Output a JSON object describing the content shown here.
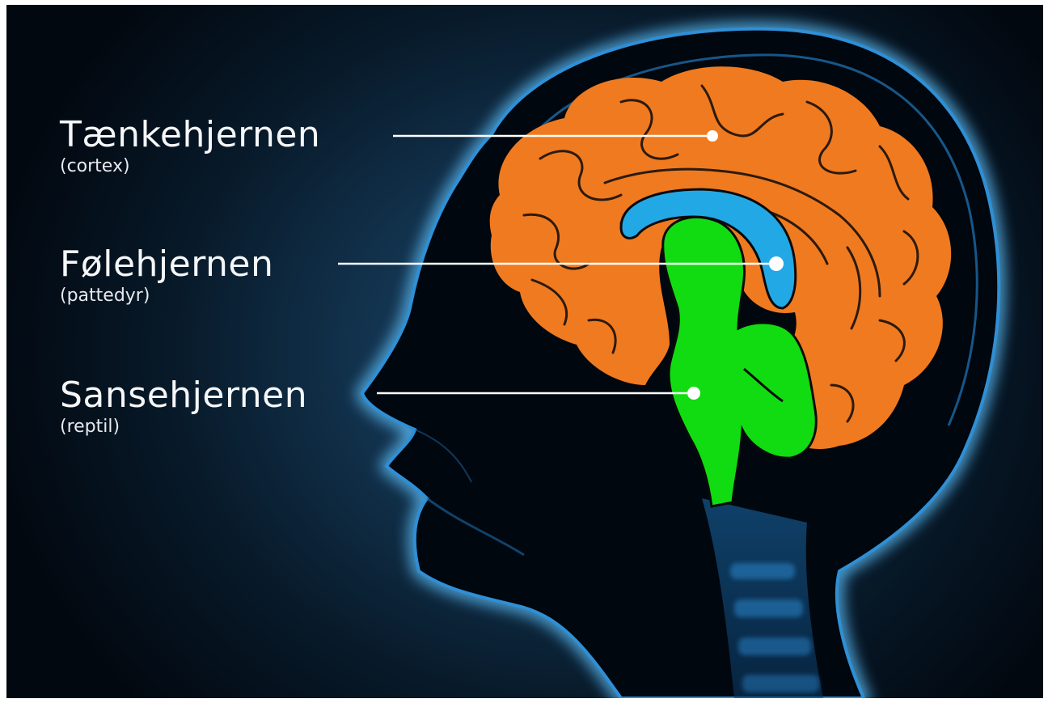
{
  "labels": [
    {
      "title": "Tænkehjernen",
      "subtitle": "(cortex)"
    },
    {
      "title": "Følehjernen",
      "subtitle": "(pattedyr)"
    },
    {
      "title": "Sansehjernen",
      "subtitle": "(reptil)"
    }
  ],
  "colors": {
    "background": "#061523",
    "head_outline": "#2f8fd6",
    "head_glow": "#5fc3ff",
    "cortex": "#f07a1f",
    "limbic": "#23a8e6",
    "brainstem": "#11dc11",
    "pointer": "#ffffff"
  }
}
